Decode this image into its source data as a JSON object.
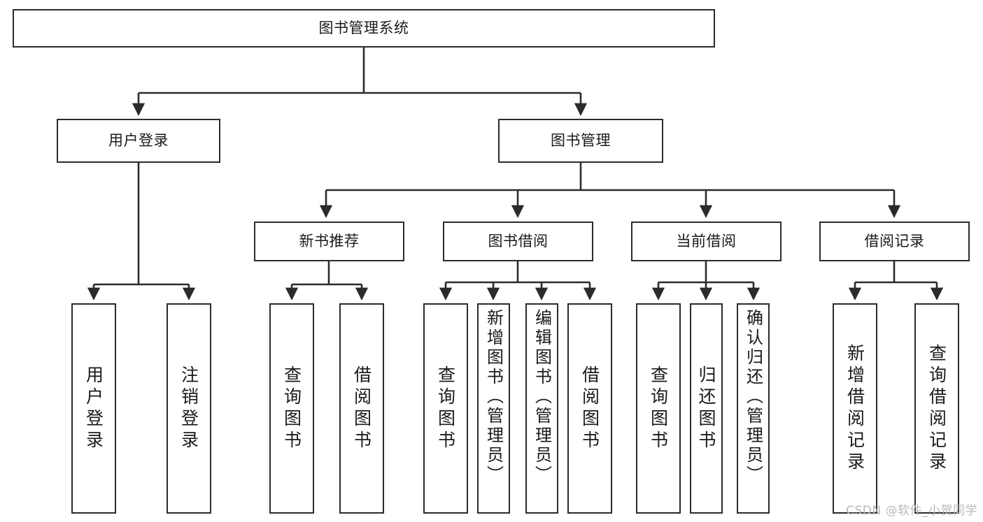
{
  "diagram": {
    "title": "图书管理系统",
    "watermark": "CSDN @软件_小贺同学",
    "colors": {
      "stroke": "#2b2b2b",
      "background": "#ffffff",
      "text": "#1a1a1a",
      "watermark": "#b9b9b9"
    },
    "root": {
      "label": "图书管理系统"
    },
    "level2": [
      {
        "label": "用户登录"
      },
      {
        "label": "图书管理"
      }
    ],
    "level3": [
      {
        "label": "新书推荐"
      },
      {
        "label": "图书借阅"
      },
      {
        "label": "当前借阅"
      },
      {
        "label": "借阅记录"
      }
    ],
    "leaves": {
      "user_login": [
        {
          "label": "用户登录"
        },
        {
          "label": "注销登录"
        }
      ],
      "new_book": [
        {
          "label": "查询图书"
        },
        {
          "label": "借阅图书"
        }
      ],
      "book_borrow": [
        {
          "label": "查询图书"
        },
        {
          "label": "新增图书（管理员）"
        },
        {
          "label": "编辑图书（管理员）"
        },
        {
          "label": "借阅图书"
        }
      ],
      "current_borrow": [
        {
          "label": "查询图书"
        },
        {
          "label": "归还图书"
        },
        {
          "label": "确认归还（管理员）"
        }
      ],
      "borrow_record": [
        {
          "label": "新增借阅记录"
        },
        {
          "label": "查询借阅记录"
        }
      ]
    }
  }
}
